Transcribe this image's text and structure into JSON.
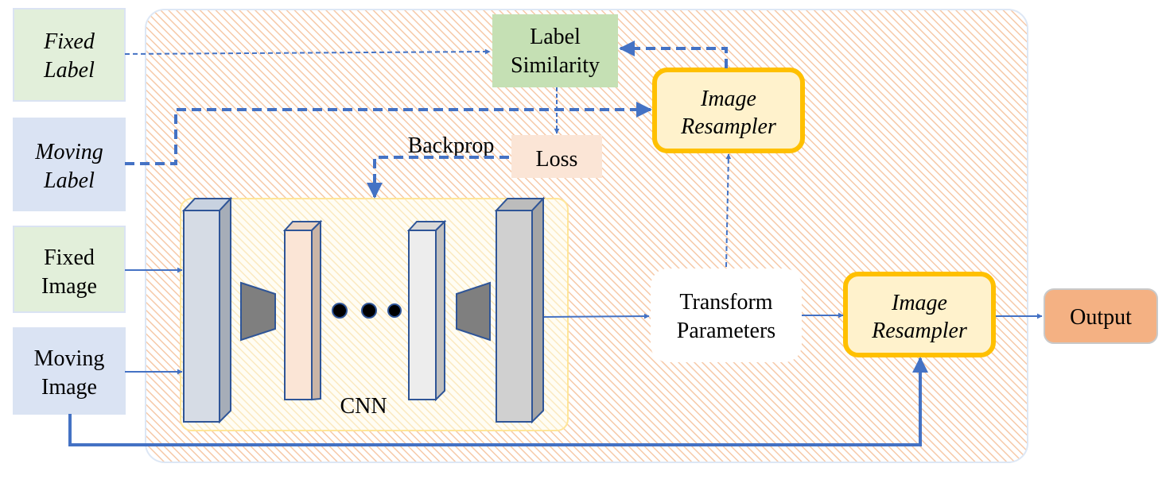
{
  "diagram": {
    "inputs": {
      "fixed_label": [
        "Fixed",
        "Label"
      ],
      "moving_label": [
        "Moving",
        "Label"
      ],
      "fixed_image": [
        "Fixed",
        "Image"
      ],
      "moving_image": [
        "Moving",
        "Image"
      ]
    },
    "label_similarity": [
      "Label",
      "Similarity"
    ],
    "loss": "Loss",
    "backprop": "Backprop",
    "cnn_label": "CNN",
    "resampler_top": [
      "Image",
      "Resampler"
    ],
    "resampler_bottom": [
      "Image",
      "Resampler"
    ],
    "transform_parameters": [
      "Transform",
      "Parameters"
    ],
    "output": "Output"
  },
  "colors": {
    "arrow": "#4472c4",
    "green_box": "#e2efda",
    "blue_box": "#dae3f3",
    "similarity_box": "#c5e0b4",
    "loss_box": "#fbe5d6",
    "resampler_fill": "#fff2cc",
    "resampler_border": "#ffc000",
    "output_fill": "#f4b183",
    "hatch": "#f8cbad"
  }
}
